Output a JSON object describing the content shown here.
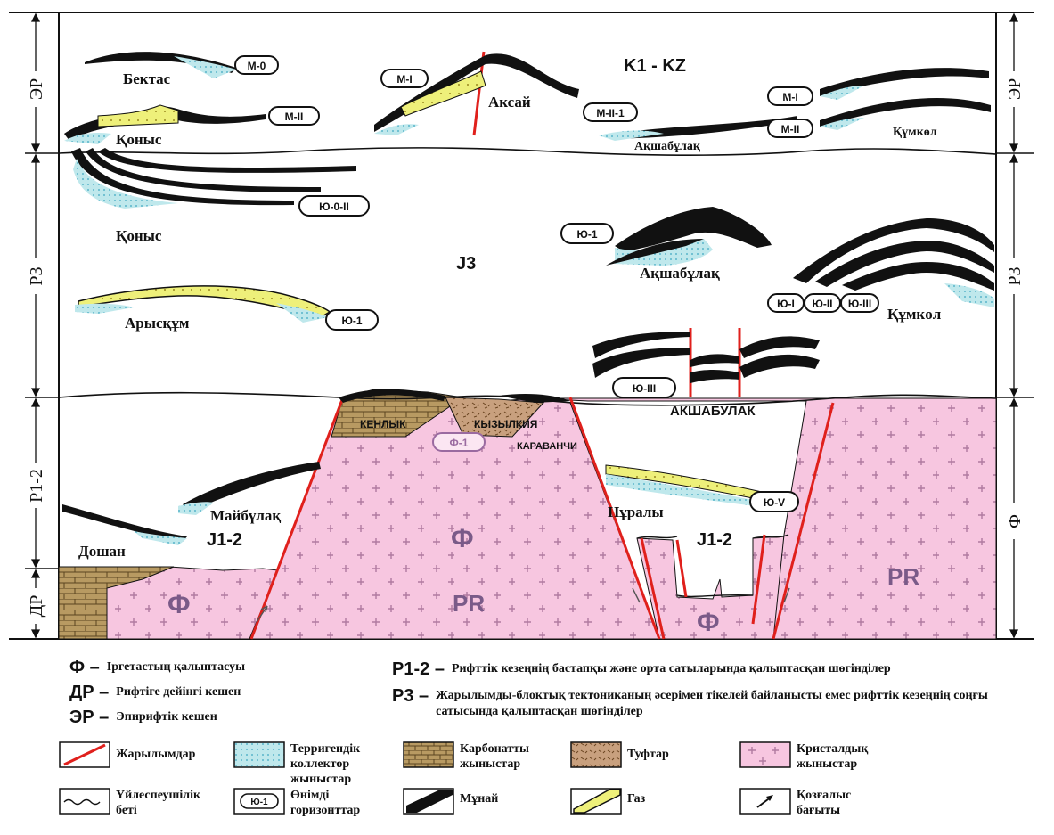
{
  "side_labels": {
    "left_top": "ЭР",
    "left_mid": "P3",
    "left_low": "P1-2",
    "left_bottom": "ДР",
    "right_top": "ЭР",
    "right_mid": "P3",
    "right_low": "Ф"
  },
  "upper_zone": {
    "age_label": "K1 - KZ",
    "fields": {
      "bektas": "Бектас",
      "konys": "Қоныс",
      "aksai": "Аксай",
      "akshabulak": "Ақшабұлақ",
      "kumkol": "Құмкөл"
    },
    "horizons": {
      "m0": "М-0",
      "m2_konys": "М-II",
      "m1_aksai": "М-I",
      "m21": "М-II-1",
      "m1_kumkol": "М-I",
      "m2_kumkol": "М-II"
    }
  },
  "middle_zone": {
    "age_label": "J3",
    "fields": {
      "konys": "Қоныс",
      "aryskum": "Арысқұм",
      "akshabulak": "Ақшабұлақ",
      "kumkol": "Құмкөл",
      "akshabulak_caps": "АКШАБУЛАК"
    },
    "horizons": {
      "u0_2": "Ю-0-II",
      "u1_aryskum": "Ю-1",
      "u1_akshabulak": "Ю-1",
      "u3_akshabulak": "Ю-III",
      "u1_kumkol": "Ю-I",
      "u2_kumkol": "Ю-II",
      "u3_kumkol": "Ю-III"
    }
  },
  "lower_zone": {
    "age_label_left": "J1-2",
    "age_label_right": "J1-2",
    "fields": {
      "dosan": "Дошан",
      "maibulak": "Майбұлақ",
      "kenlyk": "КЕНЛЫК",
      "kyzylkiya": "КЫЗЫЛКИЯ",
      "karavanchi": "КАРАВАНЧИ",
      "nuraly": "Нұралы"
    },
    "horizons": {
      "f1": "Ф-1",
      "u5": "Ю-V"
    },
    "basement_labels": {
      "f_left": "Ф",
      "f_center": "Ф",
      "pr_center": "PR",
      "f_graben": "Ф",
      "pr_right": "PR"
    }
  },
  "legend": {
    "definitions": [
      {
        "symbol": "Ф",
        "dash": "–",
        "text": "Іргетастың қалыптасуы"
      },
      {
        "symbol": "ДР",
        "dash": "–",
        "text": "Рифтіге дейінгі кешен"
      },
      {
        "symbol": "ЭР",
        "dash": "–",
        "text": "Эпирифтік кешен"
      },
      {
        "symbol": "P1-2",
        "dash": "–",
        "text": "Рифттік кезеңнің бастапқы және орта сатыларында қалыптасқан шөгінділер"
      },
      {
        "symbol": "P3",
        "dash": "–",
        "text": "Жарылымды-блоктық тектониканың әсерімен тікелей байланысты емес рифттік кезеңнің соңғы сатысында қалыптасқан шөгінділер"
      }
    ],
    "keys": [
      {
        "icon": "fault-line-icon",
        "label": "Жарылымдар"
      },
      {
        "icon": "terrigenous-reservoir-icon",
        "label": "Терригендік коллектор жыныстар"
      },
      {
        "icon": "carbonate-rock-icon",
        "label": "Карбонатты жыныстар"
      },
      {
        "icon": "tuff-icon",
        "label": "Туфтар"
      },
      {
        "icon": "crystalline-rock-icon",
        "label": "Кристалдық жыныстар"
      },
      {
        "icon": "unconformity-surface-icon",
        "label": "Үйлеспеушілік беті"
      },
      {
        "icon": "productive-horizon-icon",
        "label": "Өнімді горизонттар",
        "sample": "Ю-1"
      },
      {
        "icon": "oil-icon",
        "label": "Мұнай"
      },
      {
        "icon": "gas-icon",
        "label": "Газ"
      },
      {
        "icon": "movement-direction-icon",
        "label": "Қозғалыс бағыты"
      }
    ]
  },
  "colors": {
    "oil": "#111111",
    "gas": "#eef07a",
    "reservoir": "#bfe8ec",
    "crystalline": "#f7c6e0",
    "carbonate": "#b89a62",
    "tuff": "#c8a07e",
    "fault": "#e0201c"
  }
}
